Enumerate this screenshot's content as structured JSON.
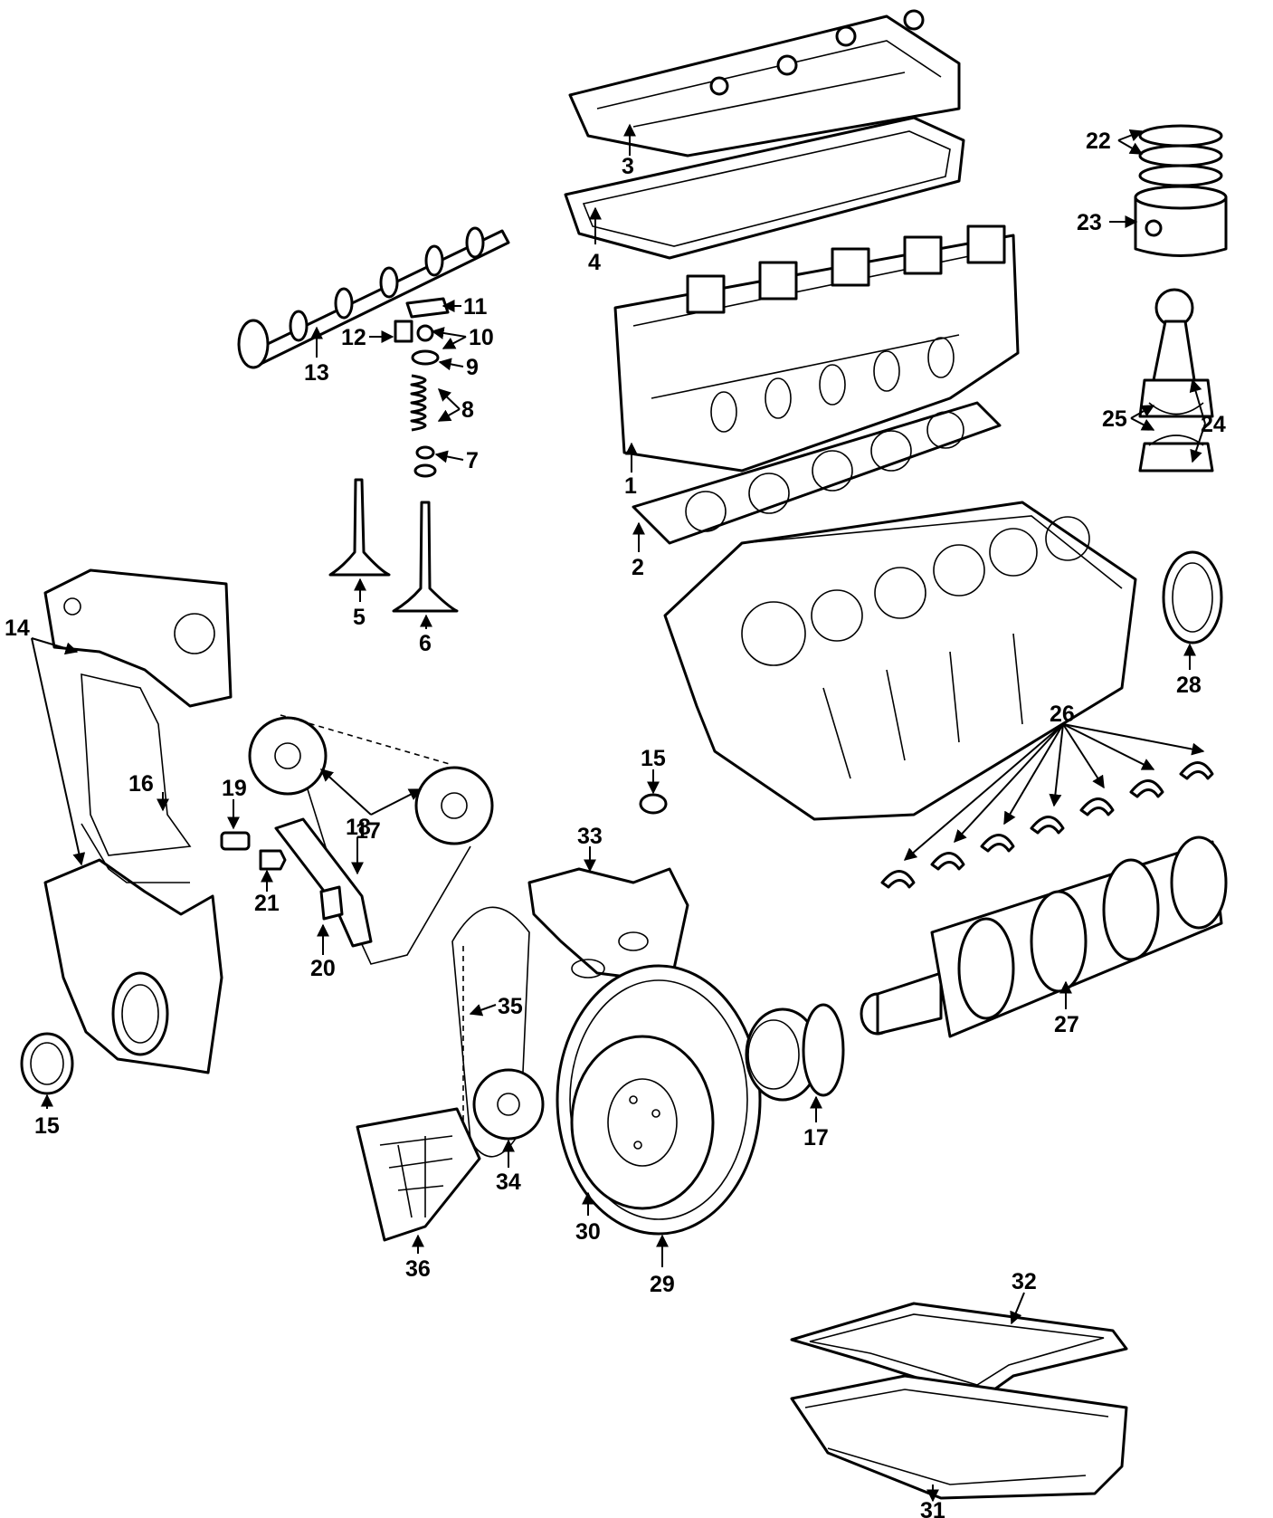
{
  "callouts": {
    "c1": "1",
    "c2": "2",
    "c3": "3",
    "c4": "4",
    "c5": "5",
    "c6": "6",
    "c7": "7",
    "c8": "8",
    "c9": "9",
    "c10": "10",
    "c11": "11",
    "c12": "12",
    "c13": "13",
    "c14": "14",
    "c15a": "15",
    "c15b": "15",
    "c16": "16",
    "c17a": "17",
    "c17b": "17",
    "c18": "18",
    "c19": "19",
    "c20": "20",
    "c21": "21",
    "c22": "22",
    "c23": "23",
    "c24": "24",
    "c25": "25",
    "c26": "26",
    "c27": "27",
    "c28": "28",
    "c29": "29",
    "c30": "30",
    "c31": "31",
    "c32": "32",
    "c33": "33",
    "c34": "34",
    "c35": "35",
    "c36": "36"
  }
}
